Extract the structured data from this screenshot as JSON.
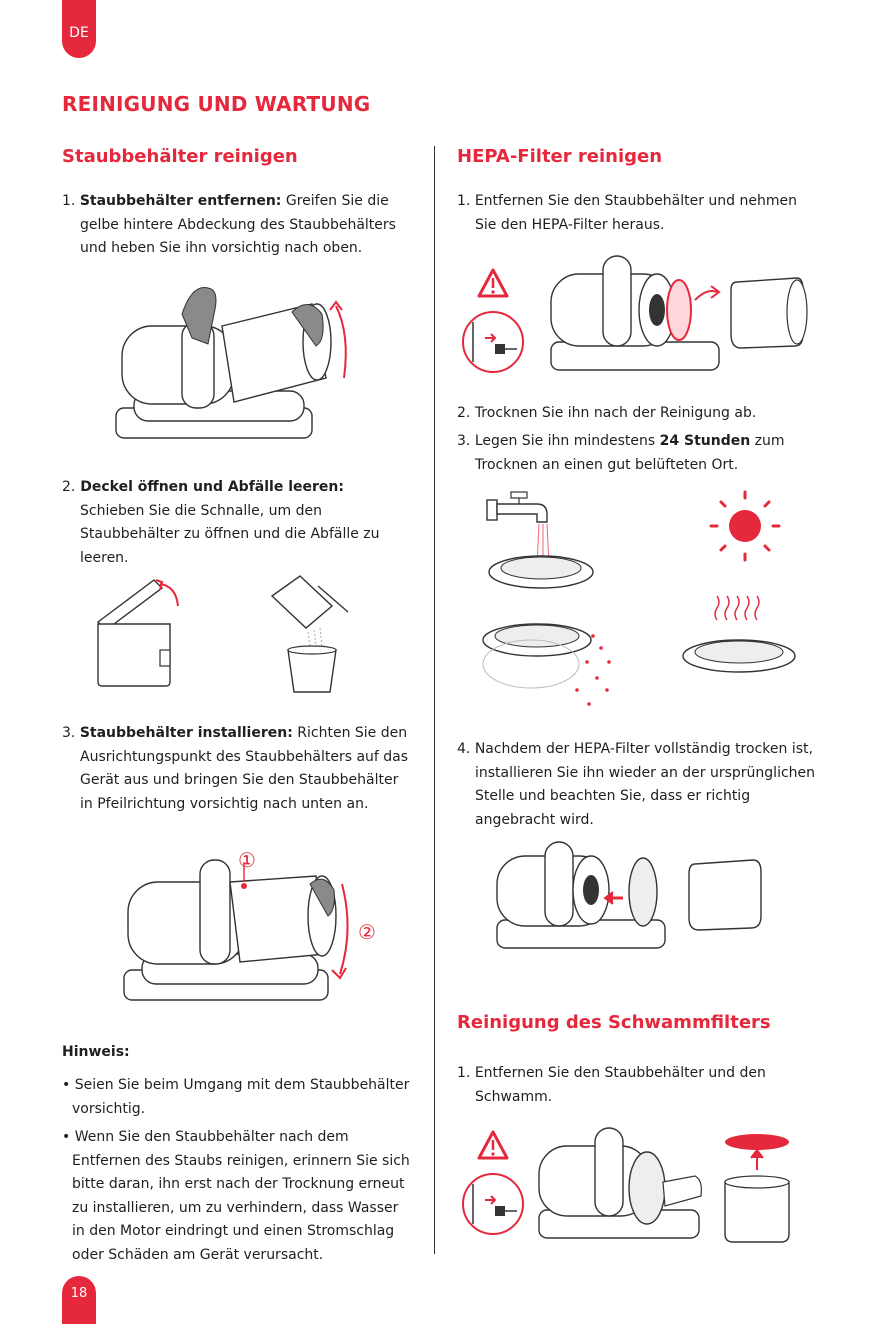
{
  "header": {
    "lang": "DE",
    "title": "REINIGUNG UND WARTUNG"
  },
  "footer": {
    "page_number": "18"
  },
  "left": {
    "section_title": "Staubbehälter reinigen",
    "step1": {
      "num": "1.",
      "bold": "Staubbehälter entfernen:",
      "text": " Greifen Sie die gelbe hintere Abdeckung des Staubbehälters und heben Sie ihn vorsichtig nach oben."
    },
    "step2": {
      "num": "2.",
      "bold": " Deckel öffnen und Abfälle leeren:",
      "text": " Schieben Sie die Schnalle, um den Staubbehälter zu öffnen und die Abfälle zu leeren."
    },
    "step3": {
      "num": "3.",
      "bold": "Staubbehälter installieren:",
      "text": " Richten Sie den Ausrichtungspunkt des Staubbehälters auf das Gerät aus und bringen Sie den Staubbehälter in Pfeilrichtung vorsichtig nach unten an."
    },
    "markers": [
      "①",
      "②"
    ],
    "note": {
      "title": "Hinweis:",
      "bullets": [
        "• Seien Sie beim Umgang mit dem Staubbehälter vorsichtig.",
        "• Wenn Sie den Staubbehälter nach dem Entfernen des Staubs reinigen, erinnern Sie sich bitte daran, ihn erst nach der Trocknung erneut zu installieren, um zu verhindern, dass Wasser in den Motor eindringt und einen Stromschlag oder Schäden am Gerät verursacht."
      ]
    }
  },
  "right": {
    "section_title": "HEPA-Filter reinigen",
    "step1": {
      "num": "1.",
      "text": "Entfernen Sie den Staubbehälter und nehmen Sie den HEPA-Filter heraus."
    },
    "step2": {
      "num": "2.",
      "text": "Trocknen Sie ihn nach der Reinigung ab."
    },
    "step3": {
      "num": "3.",
      "pre": "Legen Sie ihn mindestens ",
      "bold": "24 Stunden",
      "post": " zum Trocknen an einen gut belüfteten Ort."
    },
    "step4": {
      "num": "4.",
      "text": "Nachdem der HEPA-Filter vollständig trocken ist, installieren Sie ihn wieder an der ursprünglichen Stelle und beachten Sie, dass er richtig angebracht wird."
    },
    "section2_title": "Reinigung des Schwammfilters",
    "s2_step1": {
      "num": "1.",
      "text": "Entfernen Sie den Staubbehälter und den Schwamm."
    }
  },
  "colors": {
    "accent": "#e5283b",
    "text": "#1f1f1f",
    "line": "#333333"
  },
  "icons": [
    "warning-icon",
    "unplug-icon",
    "faucet-icon",
    "sun-icon",
    "heat-waves-icon",
    "arrow-icon"
  ]
}
